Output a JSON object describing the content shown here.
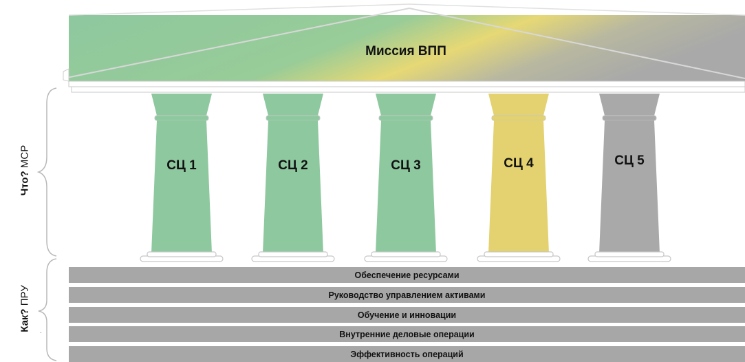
{
  "mission": {
    "title": "Миссия ВПП"
  },
  "pillars": [
    {
      "label": "СЦ 1",
      "color": "#8ec89f"
    },
    {
      "label": "СЦ 2",
      "color": "#8ec89f"
    },
    {
      "label": "СЦ 3",
      "color": "#8ec89f"
    },
    {
      "label": "СЦ 4",
      "color": "#e3d26f"
    },
    {
      "label": "СЦ 5",
      "color": "#a9a9a9"
    }
  ],
  "foundation": [
    "Обеспечение ресурсами",
    "Руководство управлением активами",
    "Обучение и инновации",
    "Внутренние деловые операции",
    "Эффективность операций"
  ],
  "side": {
    "what_q": "Что?",
    "what_a": "МСР",
    "how_q": "Как?",
    "how_a": "ПРУ"
  },
  "colors": {
    "green": "#8ec89f",
    "yellow": "#e3d26f",
    "gray": "#a9a9a9",
    "band": "#a7a7a7"
  }
}
